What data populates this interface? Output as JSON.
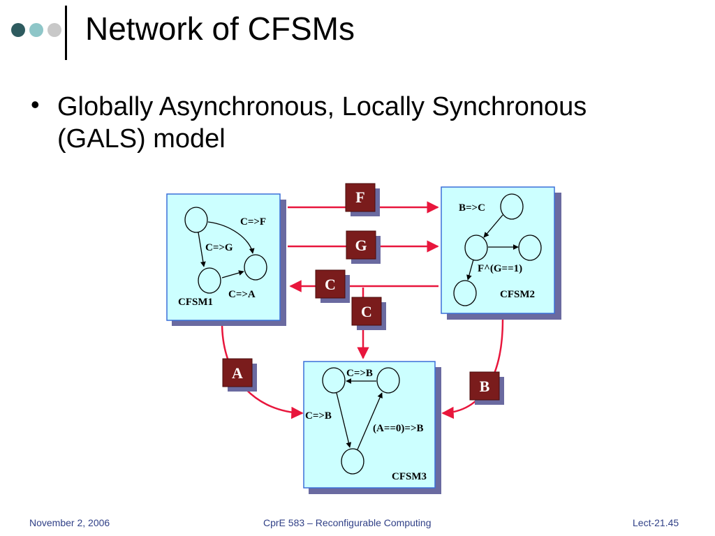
{
  "slide": {
    "title": "Network of CFSMs",
    "bullet": {
      "line1": "Globally Asynchronous, Locally Synchronous",
      "line2": "(GALS) model"
    }
  },
  "diagram": {
    "machines": [
      {
        "name": "CFSM1",
        "transitions": [
          "C=>F",
          "C=>G",
          "C=>A"
        ]
      },
      {
        "name": "CFSM2",
        "transitions": [
          "B=>C",
          "F^(G==1)"
        ]
      },
      {
        "name": "CFSM3",
        "transitions": [
          "C=>B",
          "C=>B",
          "(A==0)=>B"
        ]
      }
    ],
    "signals": [
      "F",
      "G",
      "C",
      "C",
      "A",
      "B"
    ]
  },
  "footer": {
    "date": "November 2, 2006",
    "course": "CprE 583 – Reconfigurable Computing",
    "lecture": "Lect-21.45"
  },
  "colors": {
    "box_fill": "#ccffff",
    "box_border": "#3a6fd8",
    "box_shadow": "#6a6aa0",
    "signal_fill": "#7a1c1c",
    "arrow": "#e8163c",
    "footer_text": "#2f3f86",
    "dot_dark": "#2e5b5f",
    "dot_mid": "#8ec6c8",
    "dot_light": "#c8c8c8"
  },
  "icons": [
    "dot-icon",
    "bullet-icon",
    "arrow-icon"
  ]
}
